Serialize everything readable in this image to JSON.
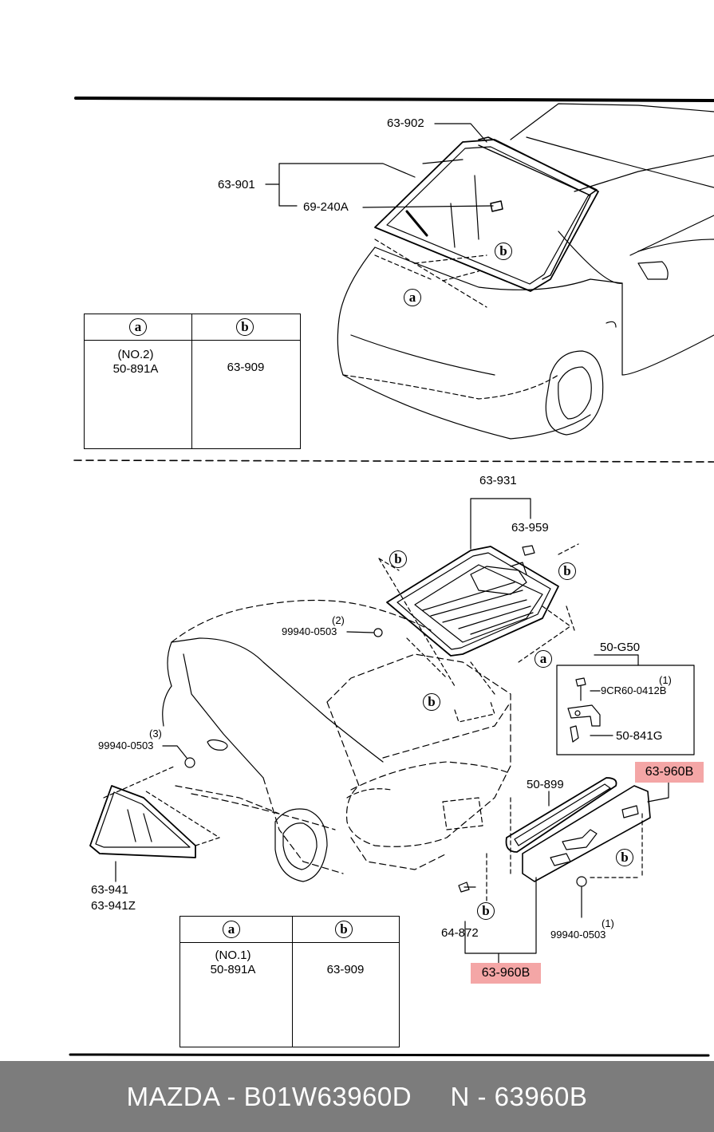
{
  "parts": {
    "windshield_assy": "63-901",
    "windshield_seal": "63-902",
    "windshield_tag": "69-240A",
    "rear_glass": "63-931",
    "rear_glass_part": "63-959",
    "screw_qty_2": "(2)",
    "screw_2": "99940-0503",
    "bracket_set": "50-G50",
    "bolt_qty": "(1)",
    "bolt": "9CR60-0412B",
    "bracket": "50-841G",
    "weatherstrip": "50-899",
    "garnish_top": "63-960B",
    "screw_qty_3": "(3)",
    "screw_3": "99940-0503",
    "quarter_glass": "63-941",
    "quarter_glass_z": "63-941Z",
    "clip": "64-872",
    "screw_qty_1": "(1)",
    "screw_1": "99940-0503",
    "garnish_bottom": "63-960B"
  },
  "markers": {
    "a": "a",
    "b": "b"
  },
  "legend_top": {
    "col_a": {
      "head": "a",
      "qty": "(NO.2)",
      "part": "50-891A"
    },
    "col_b": {
      "head": "b",
      "part": "63-909"
    }
  },
  "legend_bottom": {
    "col_a": {
      "head": "a",
      "qty": "(NO.1)",
      "part": "50-891A"
    },
    "col_b": {
      "head": "b",
      "part": "63-909"
    }
  },
  "highlight_color": "#f4a6a6",
  "footer": {
    "brand": "MAZDA",
    "sep1": " - ",
    "oem": "B01W63960D",
    "gap": "     ",
    "n_label": "N",
    "sep2": " - ",
    "number": "63960B",
    "background": "#7c7c7c"
  }
}
